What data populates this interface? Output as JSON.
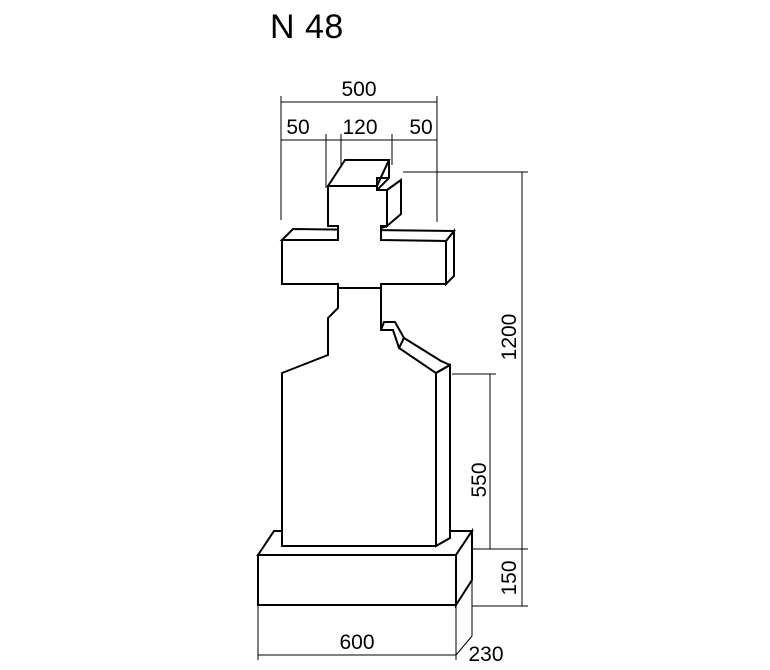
{
  "title": "N 48",
  "dimensions": {
    "total_width": "500",
    "left_offset": "50",
    "cross_width": "120",
    "right_offset": "50",
    "total_height": "1200",
    "body_height": "550",
    "base_height": "150",
    "base_width": "600",
    "base_depth": "230"
  },
  "colors": {
    "line": "#000000",
    "background": "#ffffff"
  }
}
